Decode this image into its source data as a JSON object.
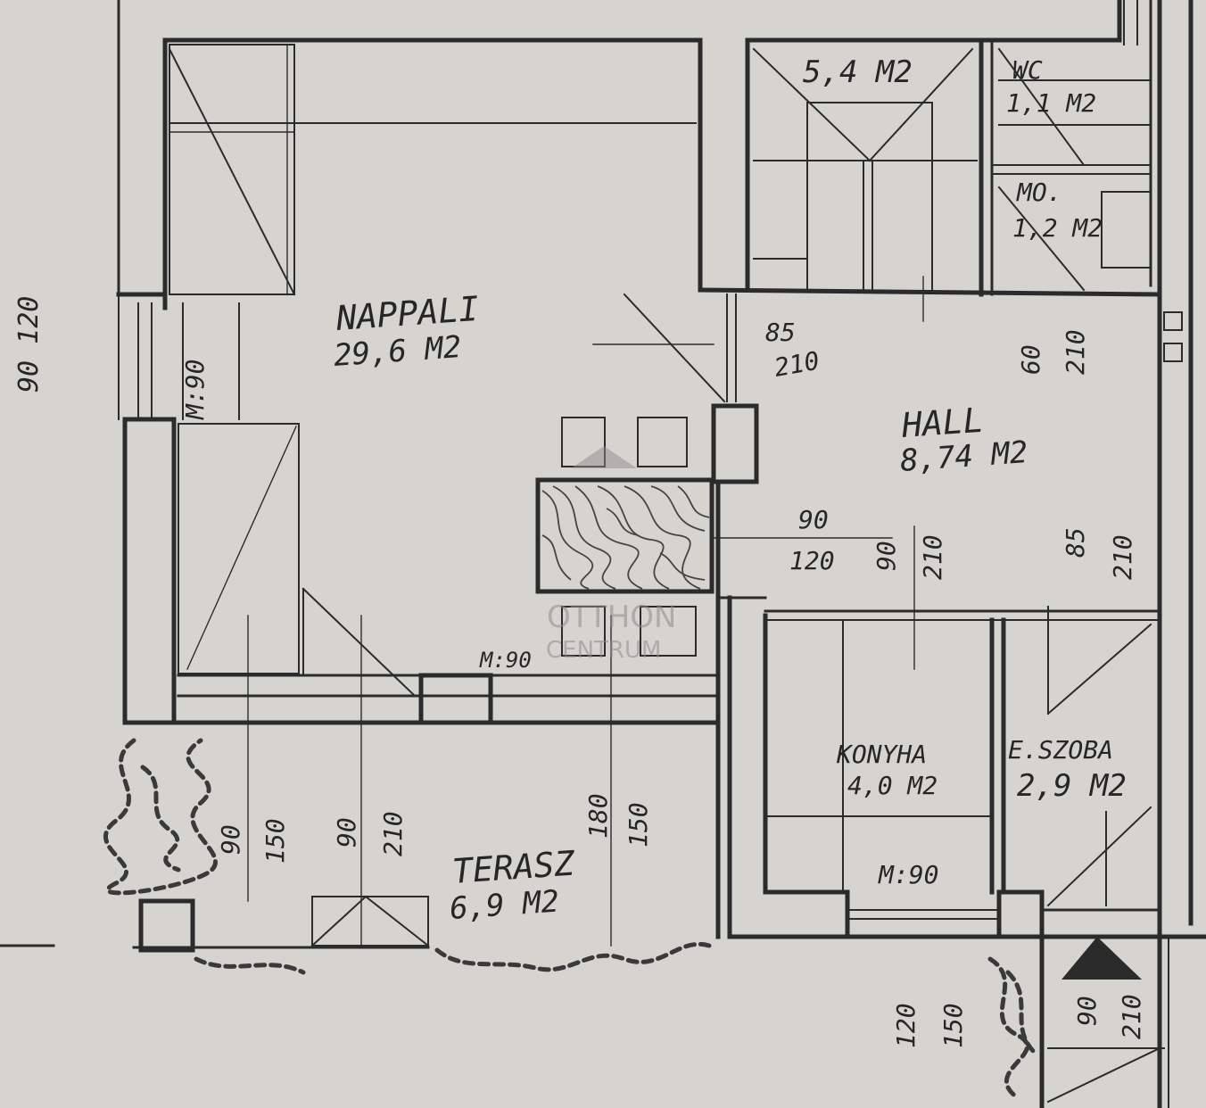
{
  "rooms": {
    "nappali": {
      "name": "NAPPALI",
      "area": "29,6 M2"
    },
    "hall": {
      "name": "HALL",
      "area": "8,74 M2"
    },
    "furdo": {
      "area": "5,4 M2"
    },
    "wc": {
      "name": "WC",
      "area": "1,1 M2"
    },
    "mo": {
      "name": "MO.",
      "area": "1,2 M2"
    },
    "konyha": {
      "name": "KONYHA",
      "area": "4,0 M2"
    },
    "eszoba": {
      "name": "E.SZOBA",
      "area": "2,9 M2"
    },
    "terasz": {
      "name": "TERASZ",
      "area": "6,9 M2"
    }
  },
  "dimensions": {
    "d_85_210_top": "85",
    "d_85_210_top_b": "210",
    "d_60_210": "60",
    "d_60_210_b": "210",
    "d_90_120": "90",
    "d_90_120_b": "120",
    "d_90_210_mid": "90",
    "d_90_210_mid_b": "210",
    "d_85_210_right": "85",
    "d_85_210_right_b": "210",
    "d_90_150_left": "90",
    "d_90_150_left_b": "150",
    "d_90_210_terasz": "90",
    "d_90_210_terasz_b": "210",
    "d_180_150": "180",
    "d_180_150_b": "150",
    "d_120_150": "120",
    "d_120_150_b": "150",
    "d_90_210_bottom": "90",
    "d_90_210_bottom_b": "210",
    "m90_left": "M:90",
    "m90_kitchen": "M:90",
    "m90_mid": "M:90",
    "side_mark": "90 120"
  },
  "watermark": {
    "line1": "OTTHON",
    "line2": "CENTRUM"
  },
  "colors": {
    "paper": "#d6d4cf",
    "ink": "#2b2b2b"
  }
}
